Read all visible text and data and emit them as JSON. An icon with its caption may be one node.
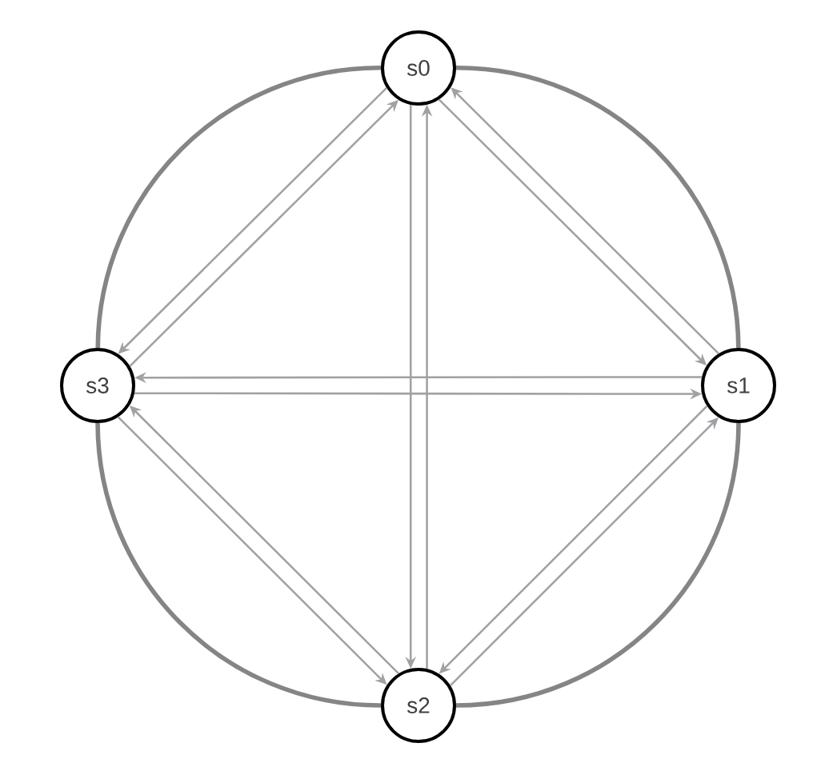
{
  "diagram": {
    "nodes": [
      {
        "text": [
          "s0"
        ]
      },
      {
        "text": [
          "s1"
        ]
      },
      {
        "text": [
          "s2"
        ]
      },
      {
        "text": [
          "s3"
        ]
      }
    ],
    "edges": [
      {
        "from": 0,
        "to": 1,
        "arrow": "none",
        "style": "thick",
        "color": "#858585"
      },
      {
        "from": 1,
        "to": 2,
        "arrow": "none",
        "style": "thick",
        "color": "#858585"
      },
      {
        "from": 2,
        "to": 3,
        "arrow": "none",
        "style": "thick",
        "color": "#858585"
      },
      {
        "from": 3,
        "to": 0,
        "arrow": "none",
        "style": "thick",
        "color": "#858585"
      },
      {
        "from": 0,
        "to": 1,
        "arrow": "to"
      },
      {
        "from": 1,
        "to": 0,
        "arrow": "to"
      },
      {
        "from": 3,
        "to": 1,
        "arrow": "to"
      },
      {
        "from": 1,
        "to": 3,
        "arrow": "to"
      },
      {
        "from": 0,
        "to": 2,
        "arrow": "to"
      },
      {
        "from": 2,
        "to": 0,
        "arrow": "to"
      },
      {
        "from": 3,
        "to": 0,
        "arrow": "to"
      },
      {
        "from": 0,
        "to": 3,
        "arrow": "to"
      },
      {
        "from": 3,
        "to": 2,
        "arrow": "to"
      },
      {
        "from": 2,
        "to": 3,
        "arrow": "to"
      },
      {
        "from": 2,
        "to": 1,
        "arrow": "to"
      },
      {
        "from": 1,
        "to": 2,
        "arrow": "to"
      }
    ]
  }
}
